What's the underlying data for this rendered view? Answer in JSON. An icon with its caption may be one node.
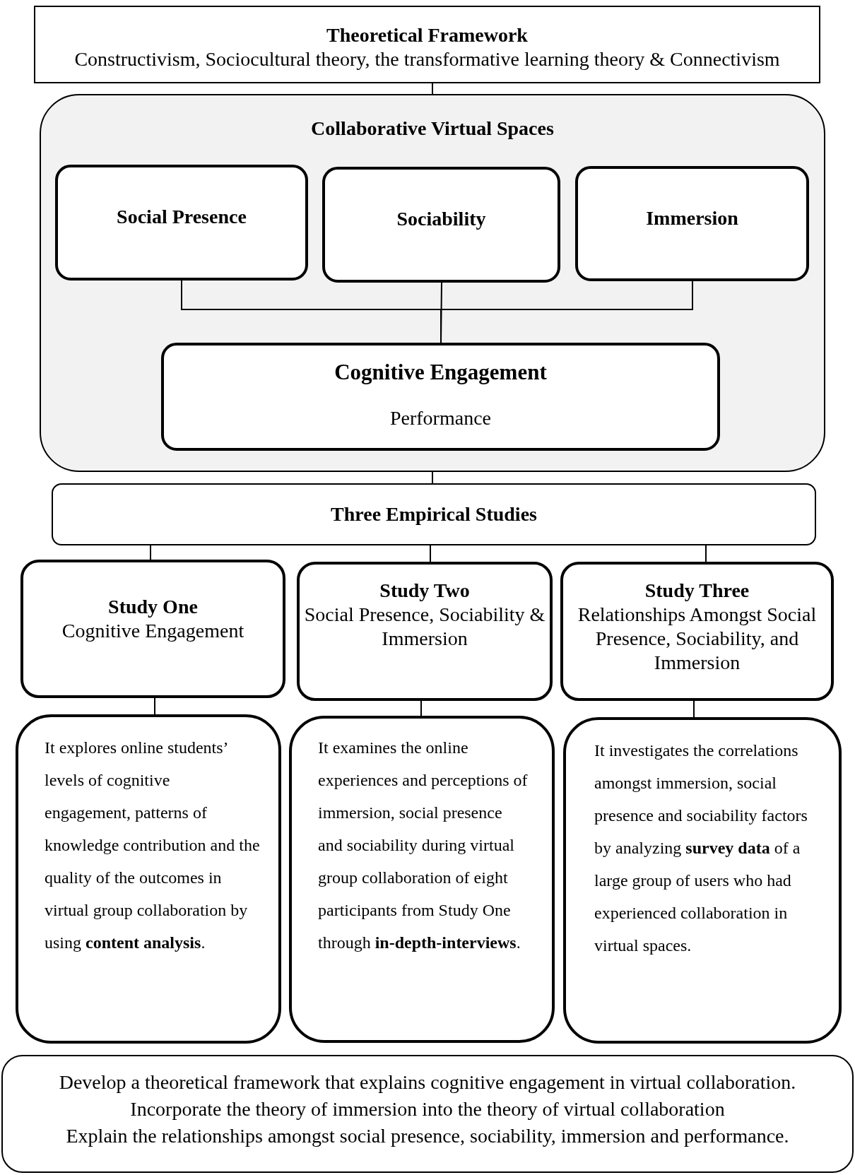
{
  "diagram": {
    "nodes": [
      {
        "text": [
          "Theoretical Framework",
          "Constructivism, Sociocultural theory, the transformative learning theory & Connectivism"
        ]
      },
      {
        "text": [
          "Collaborative Virtual Spaces"
        ]
      },
      {
        "text": [
          "Social Presence"
        ],
        "in": 1
      },
      {
        "text": [
          "Sociability"
        ],
        "in": 1
      },
      {
        "text": [
          "Immersion"
        ],
        "in": 1
      },
      {
        "text": [
          "Cognitive Engagement",
          "Performance"
        ],
        "in": 1
      },
      {
        "text": [
          "Three Empirical Studies"
        ]
      },
      {
        "text": [
          "Study One",
          "Cognitive Engagement"
        ]
      },
      {
        "text": [
          "Study Two",
          "Social Presence, Sociability & Immersion"
        ]
      },
      {
        "text": [
          "Study Three",
          "Relationships Amongst Social Presence, Sociability, and Immersion"
        ]
      },
      {
        "text": [
          "It explores online students’ levels of cognitive engagement, patterns of knowledge contribution and the quality of the outcomes in virtual group collaboration by using **content analysis**."
        ]
      },
      {
        "text": [
          "It examines the online experiences and perceptions of immersion, social presence and sociability during virtual group collaboration of eight participants from Study One through **in-depth-interviews**."
        ]
      },
      {
        "text": [
          "It investigates the correlations amongst immersion, social presence and sociability factors by analyzing **survey data** of a large group of users who had experienced collaboration in virtual spaces."
        ]
      },
      {
        "text": [
          "Develop a theoretical framework that explains cognitive engagement in virtual collaboration.",
          "Incorporate the theory of immersion into the theory of virtual collaboration",
          "Explain the relationships amongst social presence, sociability, immersion and performance."
        ]
      }
    ],
    "edges": [
      {
        "from": 0,
        "to": 1,
        "arrow": "none"
      },
      {
        "from": 2,
        "to": 5,
        "arrow": "none"
      },
      {
        "from": 3,
        "to": 5,
        "arrow": "none"
      },
      {
        "from": 4,
        "to": 5,
        "arrow": "none"
      },
      {
        "from": 1,
        "to": 6,
        "arrow": "none"
      },
      {
        "from": 6,
        "to": 7,
        "arrow": "none"
      },
      {
        "from": 6,
        "to": 8,
        "arrow": "none"
      },
      {
        "from": 6,
        "to": 9,
        "arrow": "none"
      },
      {
        "from": 7,
        "to": 10,
        "arrow": "none"
      },
      {
        "from": 8,
        "to": 11,
        "arrow": "none"
      },
      {
        "from": 9,
        "to": 12,
        "arrow": "none"
      }
    ]
  }
}
